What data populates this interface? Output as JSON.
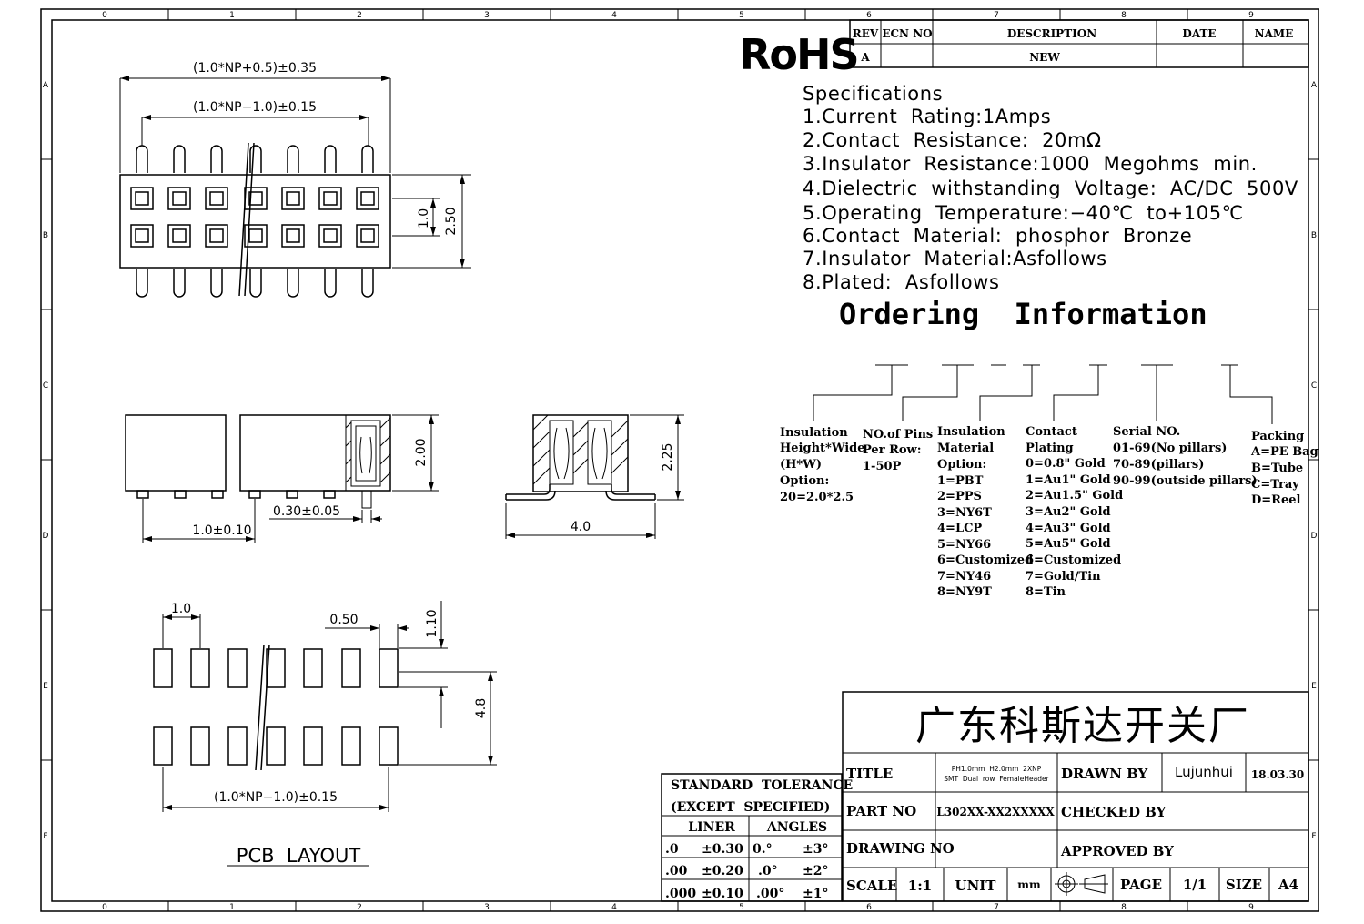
{
  "border": {
    "top_labels": [
      "0",
      "1",
      "2",
      "3",
      "4",
      "5",
      "6",
      "7",
      "8",
      "9"
    ],
    "side_labels": [
      "A",
      "B",
      "C",
      "D",
      "E",
      "F"
    ]
  },
  "rohs": "RoHS",
  "revision": {
    "headers": [
      "REV",
      "ECN NO",
      "DESCRIPTION",
      "DATE",
      "NAME"
    ],
    "row": [
      "A",
      "",
      "NEW",
      "",
      ""
    ]
  },
  "specs": {
    "title": "Specifications",
    "lines": [
      "1.Current  Rating:1Amps",
      "2.Contact  Resistance:  20mΩ",
      "3.Insulator  Resistance:1000  Megohms  min.",
      "4.Dielectric  withstanding  Voltage:  AC/DC  500V",
      "5.Operating  Temperature:−40℃  to+105℃",
      "6.Contact  Material:  phosphor  Bronze",
      "7.Insulator  Material:Asfollows",
      "8.Plated:  Asfollows"
    ]
  },
  "ordering": {
    "title": "Ordering  Information",
    "columns": [
      {
        "lines": [
          "Insulation",
          "Height*Wide",
          "(H*W)",
          "Option:",
          "20=2.0*2.5"
        ]
      },
      {
        "lines": [
          "NO.of Pins",
          "Per Row:",
          "1-50P"
        ]
      },
      {
        "lines": [
          "Insulation",
          "Material",
          "Option:",
          "1=PBT",
          "2=PPS",
          "3=NY6T",
          "4=LCP",
          "5=NY66",
          "6=Customized",
          "7=NY46",
          "8=NY9T"
        ]
      },
      {
        "lines": [
          "Contact",
          "Plating",
          "0=0.8\" Gold",
          "1=Au1\" Gold",
          "2=Au1.5\" Gold",
          "3=Au2\" Gold",
          "4=Au3\" Gold",
          "5=Au5\" Gold",
          "6=Customized",
          "7=Gold/Tin",
          "8=Tin"
        ]
      },
      {
        "lines": [
          "Serial NO.",
          "01-69(No pillars)",
          "70-89(pillars)",
          "90-99(outside pillars)"
        ]
      },
      {
        "lines": [
          "Packing",
          "A=PE Bag",
          "B=Tube",
          "C=Tray",
          "D=Reel"
        ]
      }
    ]
  },
  "dims": {
    "top_overall": "(1.0*NP+0.5)±0.35",
    "top_pitch": "(1.0*NP−1.0)±0.15",
    "top_row": "1.0",
    "top_width": "2.50",
    "side_height": "2.00",
    "side_pitch": "1.0±0.10",
    "side_pin": "0.30±0.05",
    "end_height": "2.25",
    "end_width": "4.0",
    "pcb_pitch": "1.0",
    "pcb_pad": "0.50",
    "pcb_padlen": "1.10",
    "pcb_rowspan": "4.8",
    "pcb_span": "(1.0*NP−1.0)±0.15",
    "pcb_title": "PCB  LAYOUT"
  },
  "tolerance": {
    "title1": "STANDARD  TOLERANCE",
    "title2": "(EXCEPT  SPECIFIED)",
    "liner": "LINER",
    "angles": "ANGLES",
    "rows": [
      [
        ".0",
        "±0.30",
        "0.°",
        "±3°"
      ],
      [
        ".00",
        "±0.20",
        ".0°",
        "±2°"
      ],
      [
        ".000",
        "±0.10",
        ".00°",
        "±1°"
      ]
    ]
  },
  "titleblock": {
    "company": "广东科斯达开关厂",
    "title_label": "TITLE",
    "title_value_1": "PH1.0mm  H2.0mm  2XNP",
    "title_value_2": "SMT  Dual  row  FemaleHeader",
    "drawn_label": "DRAWN BY",
    "drawn_value": "Lujunhui",
    "drawn_date": "18.03.30",
    "part_label": "PART NO",
    "part_value": "L302XX-XX2XXXXX",
    "checked_label": "CHECKED BY",
    "drawing_label": "DRAWING NO",
    "approved_label": "APPROVED BY",
    "scale_label": "SCALE",
    "scale_value": "1:1",
    "unit_label": "UNIT",
    "unit_value": "mm",
    "page_label": "PAGE",
    "page_value": "1/1",
    "size_label": "SIZE",
    "size_value": "A4"
  }
}
